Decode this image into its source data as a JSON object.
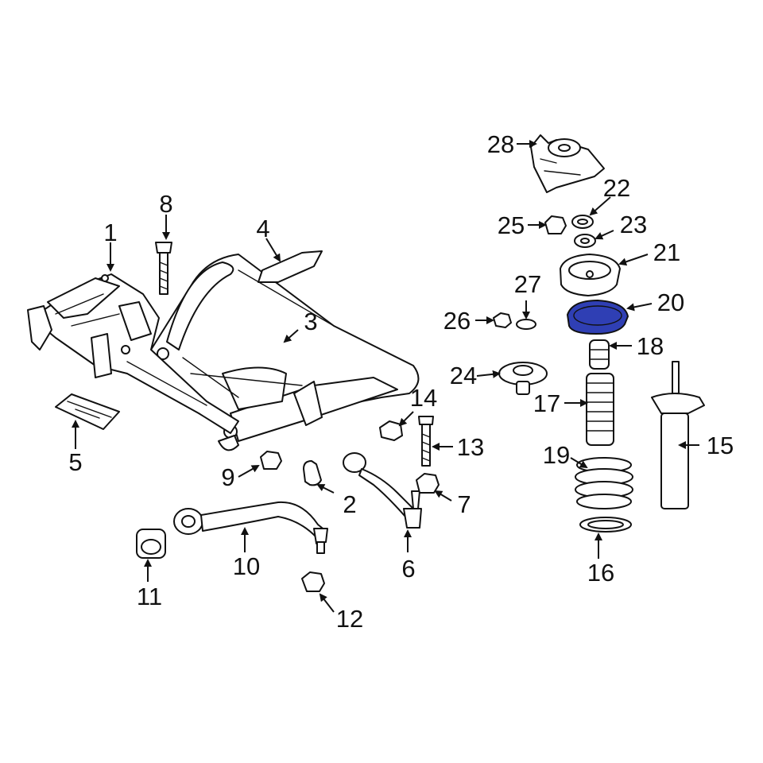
{
  "diagram": {
    "highlight_color": "#2f3fb4",
    "highlighted_part": "20",
    "callouts": [
      "1",
      "2",
      "3",
      "4",
      "5",
      "6",
      "7",
      "8",
      "9",
      "10",
      "11",
      "12",
      "13",
      "14",
      "15",
      "16",
      "17",
      "18",
      "19",
      "20",
      "21",
      "22",
      "23",
      "24",
      "25",
      "26",
      "27",
      "28"
    ]
  }
}
